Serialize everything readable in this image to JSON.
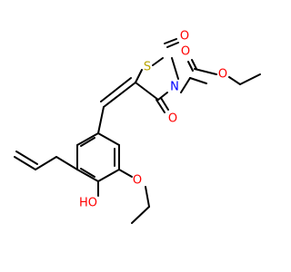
{
  "molecule": {
    "atoms": [
      {
        "id": "a1",
        "label": "S",
        "color": "#b8a400"
      },
      {
        "id": "a2",
        "label": "O",
        "color": "#ff0000"
      },
      {
        "id": "a3",
        "label": "O",
        "color": "#ff0000"
      },
      {
        "id": "a4",
        "label": "N",
        "color": "#0000ff"
      },
      {
        "id": "a5",
        "label": "O",
        "color": "#ff0000"
      },
      {
        "id": "a6",
        "label": "O",
        "color": "#ff0000"
      },
      {
        "id": "a7",
        "label": "O",
        "color": "#ff0000"
      },
      {
        "id": "a8",
        "label": "HO",
        "color": "#ff0000"
      }
    ]
  }
}
